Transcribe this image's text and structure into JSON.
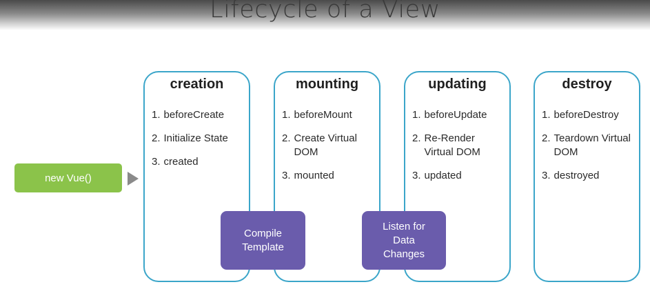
{
  "title": "Lifecycle of a View",
  "start": {
    "label": "new Vue()"
  },
  "stages": [
    {
      "title": "creation",
      "steps": [
        {
          "num": "1.",
          "text": "beforeCreate"
        },
        {
          "num": "2.",
          "text": "Initialize State"
        },
        {
          "num": "3.",
          "text": "created"
        }
      ]
    },
    {
      "title": "mounting",
      "steps": [
        {
          "num": "1.",
          "text": "beforeMount"
        },
        {
          "num": "2.",
          "text": "Create Virtual DOM"
        },
        {
          "num": "3.",
          "text": "mounted"
        }
      ]
    },
    {
      "title": "updating",
      "steps": [
        {
          "num": "1.",
          "text": "beforeUpdate"
        },
        {
          "num": "2.",
          "text": "Re-Render Virtual DOM"
        },
        {
          "num": "3.",
          "text": "updated"
        }
      ]
    },
    {
      "title": "destroy",
      "steps": [
        {
          "num": "1.",
          "text": "beforeDestroy"
        },
        {
          "num": "2.",
          "text": "Teardown Virtual DOM"
        },
        {
          "num": "3.",
          "text": "destroyed"
        }
      ]
    }
  ],
  "connectors": {
    "compile": "Compile\nTemplate",
    "listen": "Listen for\nData\nChanges"
  },
  "colors": {
    "stage_border": "#3aa5c9",
    "start_fill": "#8bc34a",
    "connector_fill": "#6a5cac",
    "arrow": "#8a8a8a"
  }
}
